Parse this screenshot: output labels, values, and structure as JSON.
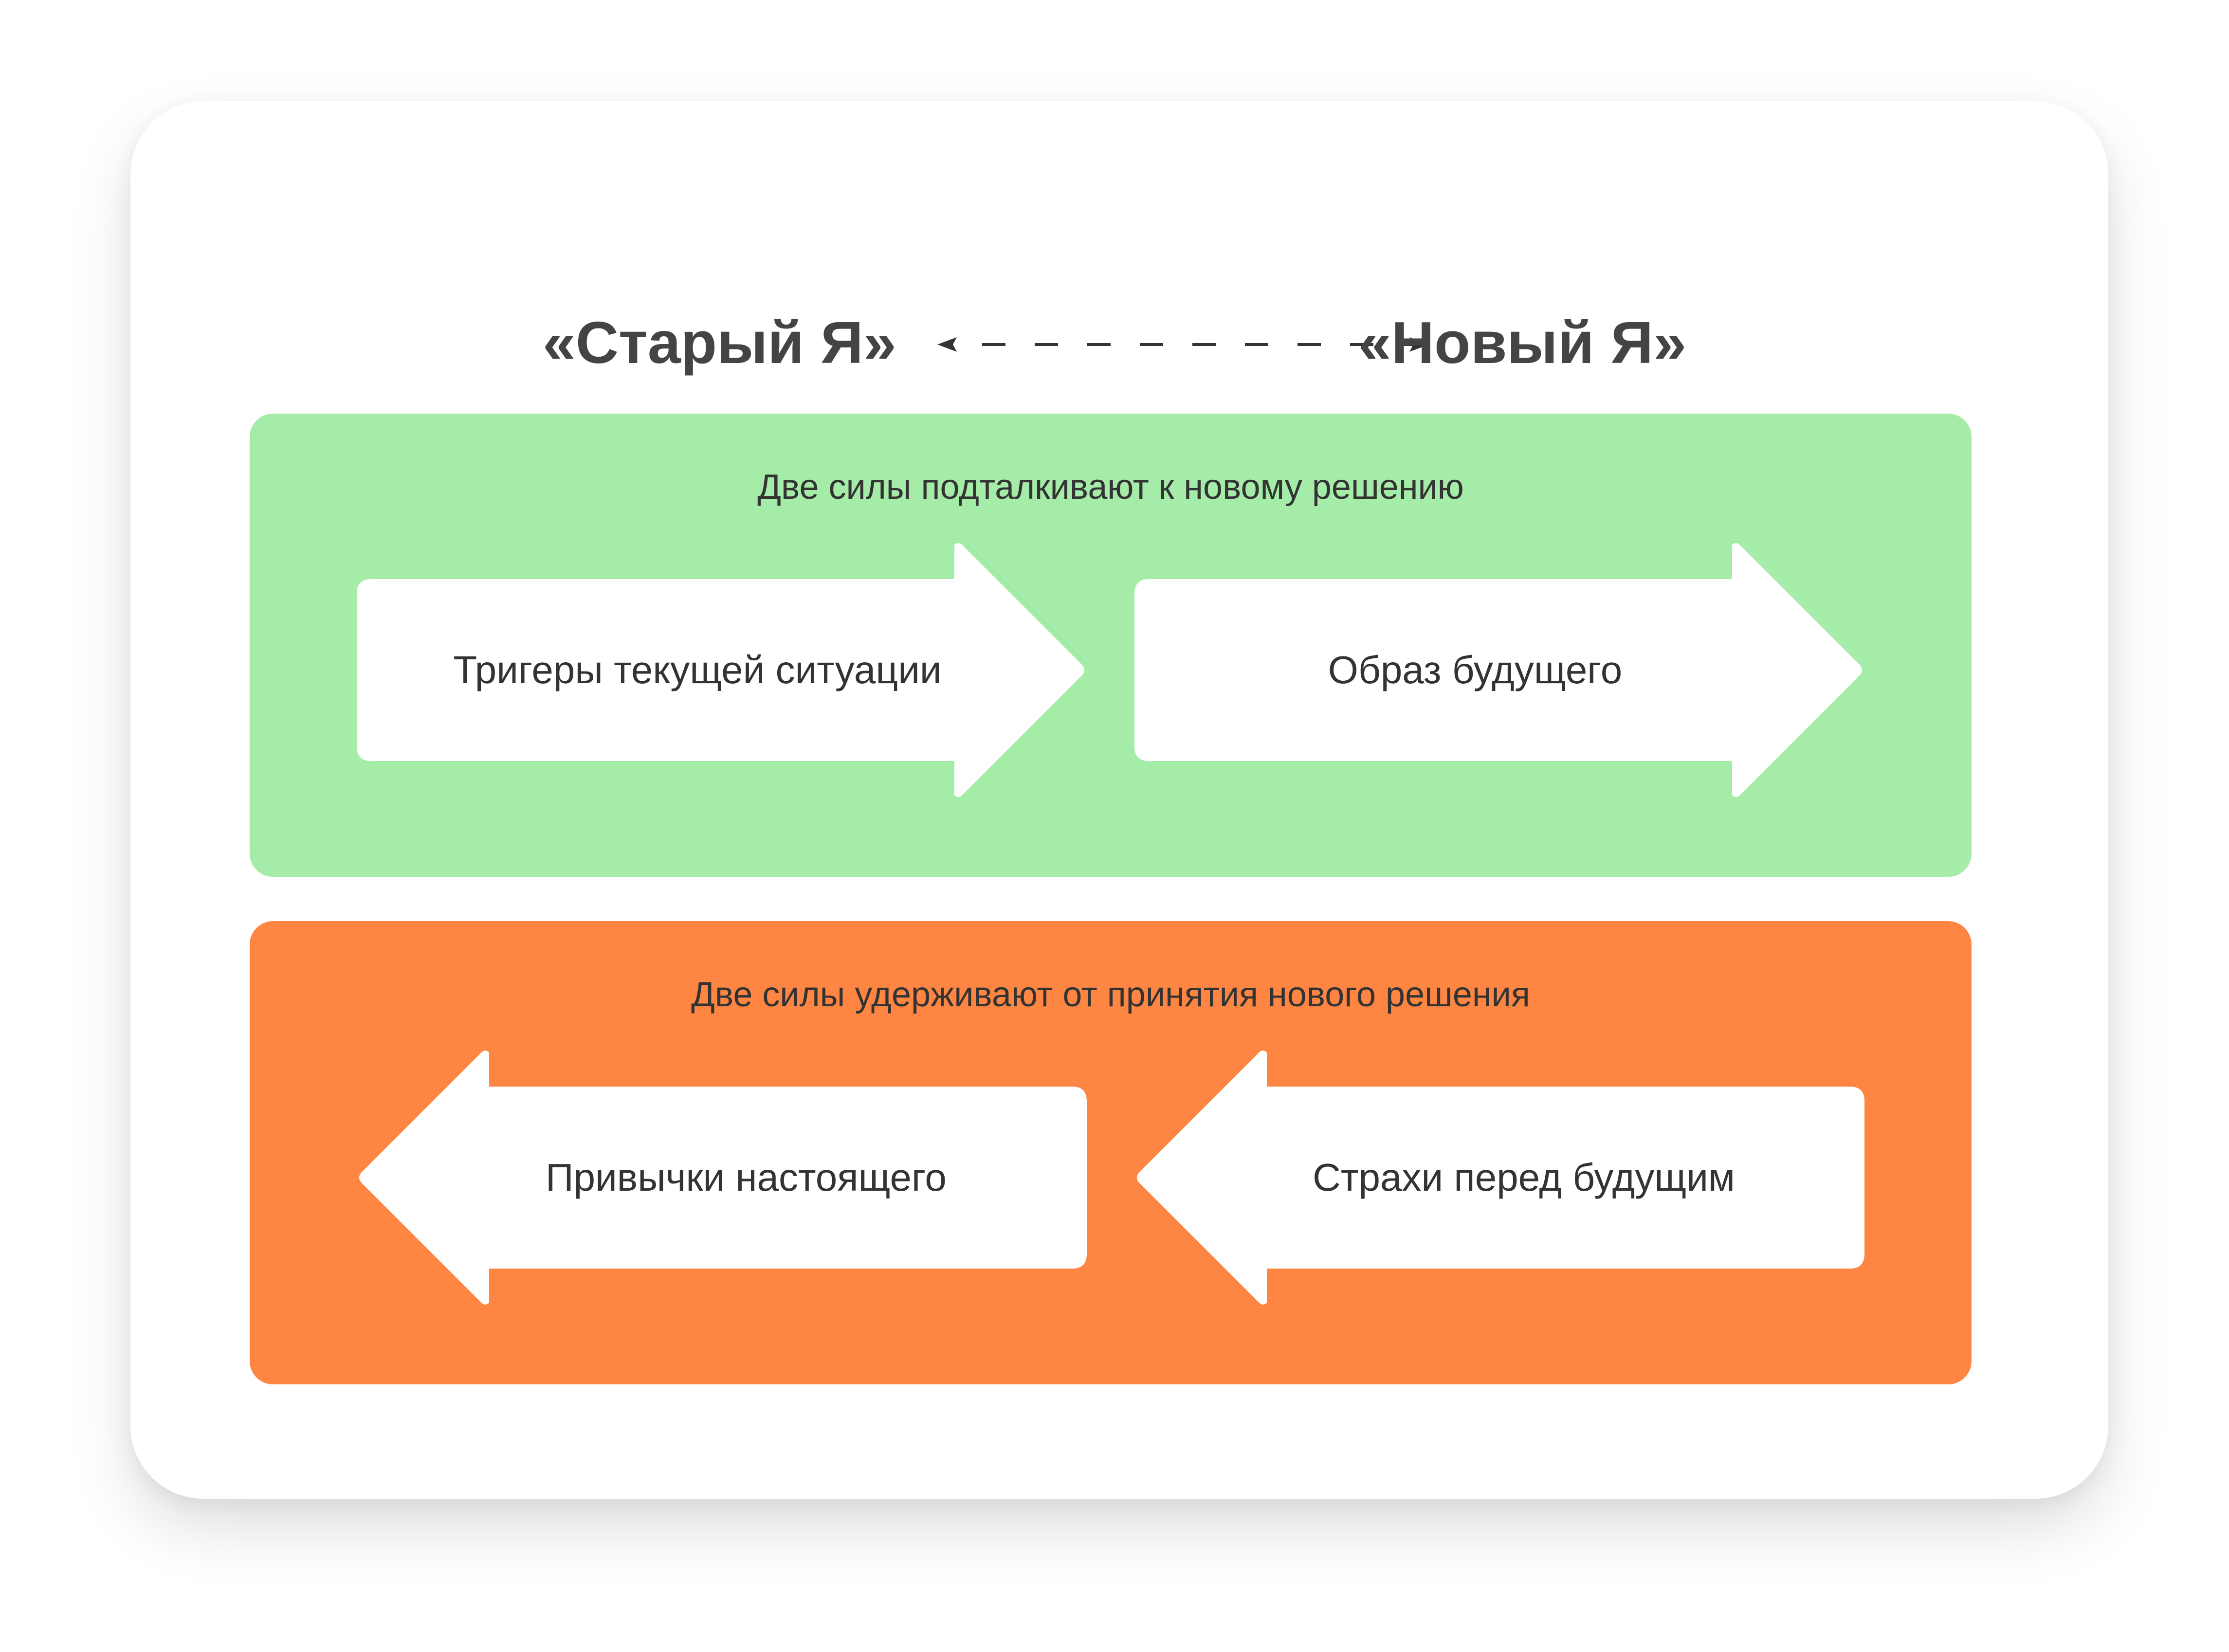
{
  "header": {
    "old_self": "«Старый Я»",
    "new_self": "«Новый Я»"
  },
  "panels": [
    {
      "caption": "Две силы подталкивают к новому решению",
      "color": "#a5eca8",
      "direction": "right",
      "arrows": [
        {
          "label": "Тригеры текущей ситуации"
        },
        {
          "label": "Образ будущего"
        }
      ]
    },
    {
      "caption": "Две силы удерживают от принятия нового решения",
      "color": "#fe8642",
      "direction": "left",
      "arrows": [
        {
          "label": "Привычки настоящего"
        },
        {
          "label": "Страхи перед будущим"
        }
      ]
    }
  ],
  "colors": {
    "arrow_fill": "#ffffff",
    "text": "#333333",
    "title_text": "#444444"
  }
}
